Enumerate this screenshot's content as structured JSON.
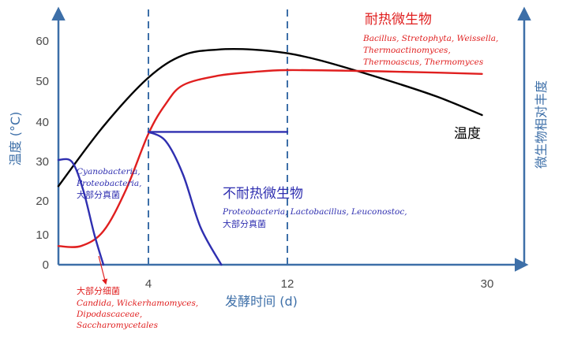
{
  "chart_data": {
    "type": "line",
    "xlabel": "发酵时间 (d)",
    "ylabel": "温度 (°C)",
    "y2label": "微生物相对丰度",
    "xticks": [
      "4",
      "12",
      "30"
    ],
    "yticks": [
      "0",
      "10",
      "20",
      "30",
      "40",
      "50",
      "60"
    ],
    "ylim": [
      0,
      68
    ],
    "vlines_at_x_ticks": [
      "4",
      "12"
    ],
    "series": [
      {
        "name": "温度",
        "color": "#000000",
        "axis": "left",
        "points": [
          [
            0,
            21
          ],
          [
            2,
            37
          ],
          [
            4,
            50
          ],
          [
            6,
            56
          ],
          [
            8,
            57.5
          ],
          [
            10,
            57.5
          ],
          [
            12,
            56.5
          ],
          [
            15,
            54.5
          ],
          [
            20,
            50
          ],
          [
            25,
            45
          ],
          [
            29,
            40
          ]
        ]
      },
      {
        "name": "耐热微生物",
        "color": "#e01f1f",
        "axis": "right",
        "points": [
          [
            0,
            5
          ],
          [
            1,
            5
          ],
          [
            2,
            9
          ],
          [
            3,
            20
          ],
          [
            4,
            35
          ],
          [
            5,
            43
          ],
          [
            6,
            48
          ],
          [
            8,
            50.5
          ],
          [
            10,
            51.5
          ],
          [
            12,
            52
          ],
          [
            18,
            51.8
          ],
          [
            24,
            51.4
          ],
          [
            29,
            51
          ]
        ]
      },
      {
        "name": "不耐热微生物",
        "color": "#2f2fb0",
        "axis": "right",
        "points": [
          [
            4,
            35.5
          ],
          [
            5,
            33
          ],
          [
            6,
            24
          ],
          [
            7,
            10
          ],
          [
            8.2,
            0
          ]
        ]
      },
      {
        "name": "",
        "color": "#2f2fb0",
        "axis": "right",
        "points": [
          [
            4,
            35.5
          ],
          [
            8,
            35.5
          ],
          [
            12,
            35.5
          ]
        ]
      },
      {
        "name": "",
        "color": "#2f2fb0",
        "axis": "right",
        "points": [
          [
            0,
            28
          ],
          [
            0.6,
            27.5
          ],
          [
            1.1,
            20
          ],
          [
            1.6,
            8
          ],
          [
            2,
            0
          ]
        ]
      }
    ]
  },
  "annotations": {
    "thermophile_title": "耐热微生物",
    "thermophile_species_1": "Bacillus,  Stretophyta, Weissella,",
    "thermophile_species_2": "Thermoactinomyces,",
    "thermophile_species_3": "Thermoascus, Thermomyces",
    "temperature_label": "温度",
    "cyano_1": "Cyanobacteria,",
    "cyano_2": "Proteobacteria,",
    "cyano_3": "大部分真菌",
    "mesophile_title": "不耐热微生物",
    "mesophile_species": "Proteobacteria, Lactobacillus, Leuconostoc,",
    "mesophile_fungi": "大部分真菌",
    "bacteria_title": "大部分细菌",
    "bacteria_species_1": "Candida, Wickerhamomyces,",
    "bacteria_species_2": "Dipodascaceae,",
    "bacteria_species_3": "Saccharomycetales"
  },
  "colors": {
    "axis": "#3d6fa8",
    "thermophile": "#e01f1f",
    "mesophile": "#2f2fb0",
    "temperature": "#000000"
  }
}
